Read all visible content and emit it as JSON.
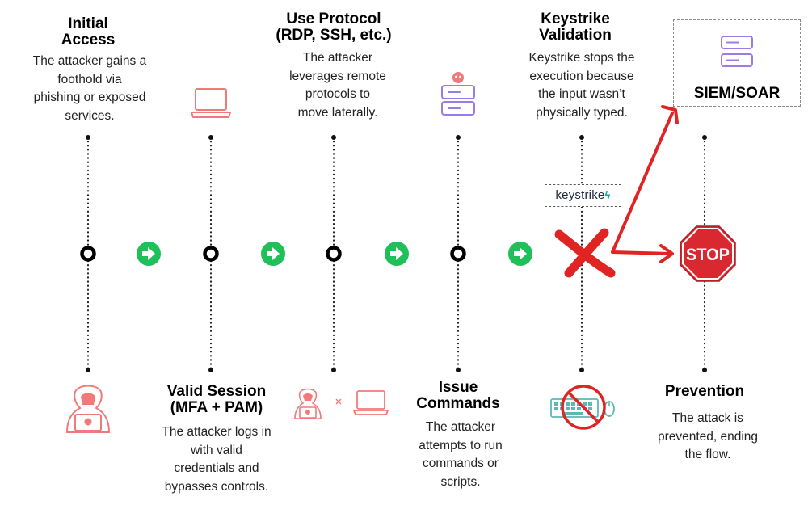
{
  "stages": [
    {
      "title1": "Initial",
      "title2": "Access",
      "desc": [
        "The attacker gains a",
        "foothold via",
        "phishing or exposed",
        "services."
      ]
    },
    {
      "title1": "Valid Session",
      "title2": "(MFA + PAM)",
      "desc": [
        "The attacker logs in",
        "with valid",
        "credentials and",
        "bypasses controls."
      ]
    },
    {
      "title1": "Use Protocol",
      "title2": "(RDP, SSH, etc.)",
      "desc": [
        "The attacker",
        "leverages remote",
        "protocols to",
        "move laterally."
      ]
    },
    {
      "title1": "Issue",
      "title2": "Commands",
      "desc": [
        "The attacker",
        "attempts to run",
        "commands or",
        "scripts."
      ]
    },
    {
      "title1": "Keystrike",
      "title2": "Validation",
      "desc": [
        "Keystrike stops the",
        "execution because",
        "the input wasn’t",
        "physically typed."
      ]
    },
    {
      "title1": "Prevention",
      "desc": [
        "The attack is",
        "prevented, ending",
        "the flow."
      ]
    }
  ],
  "keystrike_logo": {
    "text": "keystrike",
    "mark": "ϟ"
  },
  "siem": {
    "label": "SIEM/SOAR",
    "icon": "server-icon"
  },
  "stop_sign": {
    "text": "STOP"
  },
  "colors": {
    "icon_red": "#f07a7a",
    "icon_purple": "#9b7be6",
    "arrow_green": "#1fbf5a",
    "flow_red": "#e02424",
    "stop_red": "#d9282f"
  }
}
